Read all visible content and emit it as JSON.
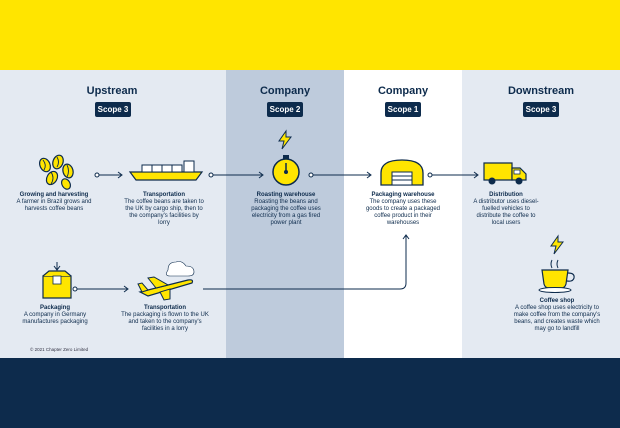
{
  "columns": {
    "upstream": {
      "title": "Upstream",
      "scope": "Scope 3"
    },
    "company2": {
      "title": "Company",
      "scope": "Scope 2"
    },
    "company1": {
      "title": "Company",
      "scope": "Scope 1"
    },
    "downstream": {
      "title": "Downstream",
      "scope": "Scope 3"
    }
  },
  "steps": {
    "growing": {
      "title": "Growing and harvesting",
      "text": "A farmer in Brazil grows and harvests coffee beans"
    },
    "transport_ship": {
      "title": "Transportation",
      "text": "The coffee beans are taken to the UK by cargo ship, then to the company's facilities by lorry"
    },
    "roasting": {
      "title": "Roasting warehouse",
      "text": "Roasting the beans and packaging the coffee uses electricity from a gas fired power plant"
    },
    "packaging_wh": {
      "title": "Packaging warehouse",
      "text": "The company uses these goods to create a packaged coffee product in their warehouses"
    },
    "distribution": {
      "title": "Distribution",
      "text": "A distributor uses diesel-fuelled vehicles to distribute the coffee to local users"
    },
    "packaging": {
      "title": "Packaging",
      "text": "A company in Germany manufactures packaging"
    },
    "transport_plane": {
      "title": "Transportation",
      "text": "The packaging is flown to the UK and taken to the company's facilities in a lorry"
    },
    "coffee_shop": {
      "title": "Coffee shop",
      "text": "A coffee shop uses electricity to make coffee from the company's beans, and creates waste which may go to landfill"
    }
  },
  "copyright": "© 2021 Chapter Zero Limited",
  "colors": {
    "yellow": "#FFE500",
    "navy": "#0D2B4C",
    "light_panel": "#E4EAF2",
    "mid_panel": "#BECBDC"
  }
}
